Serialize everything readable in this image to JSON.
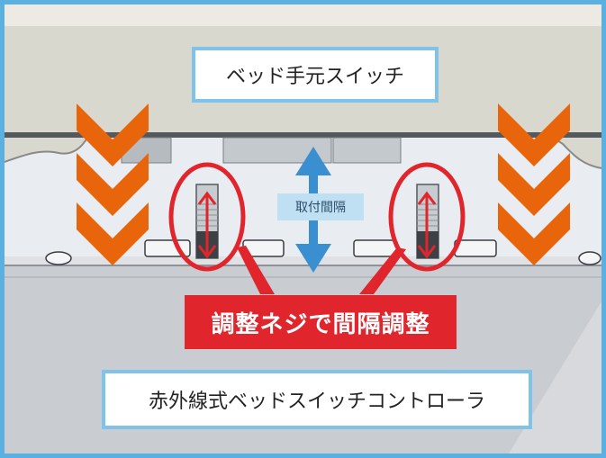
{
  "top_label": "ベッド手元スイッチ",
  "spacing_label": "取付間隔",
  "callout_text": "調整ネジで間隔調整",
  "bottom_label": "赤外線式ベッドスイッチコントローラ",
  "colors": {
    "frame_border": "#5ab0e0",
    "label_border": "#7fc3ea",
    "spacing_label_bg": "#bfe0f3",
    "callout_bg": "#e0262c",
    "orange_arrows": "#e8650c",
    "blue_arrow": "#3a8fd0",
    "red_marks": "#e0262c"
  }
}
